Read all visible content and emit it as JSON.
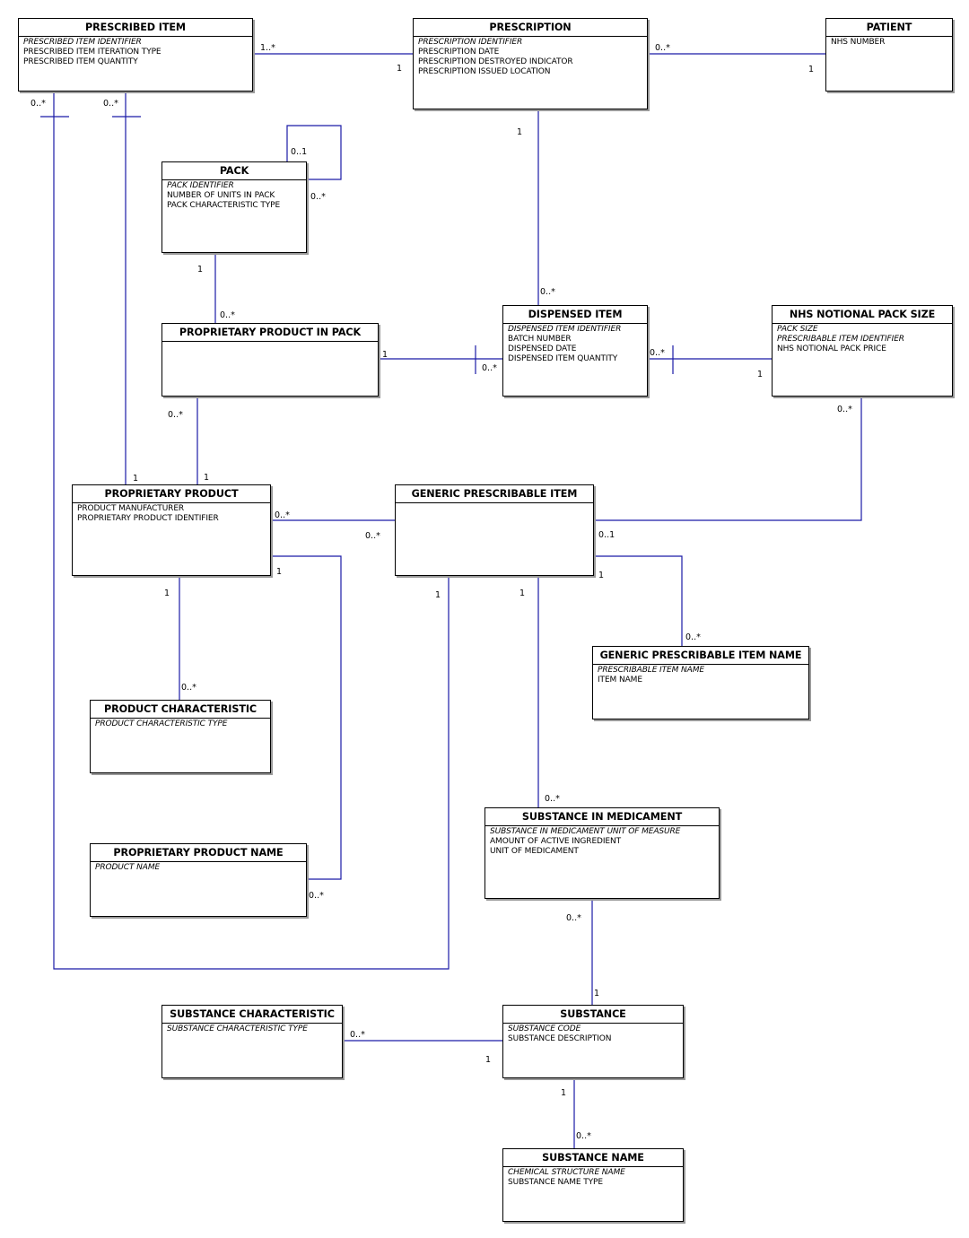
{
  "entities": {
    "prescribed_item": {
      "title": "PRESCRIBED ITEM",
      "attrs": [
        {
          "text": "PRESCRIBED ITEM IDENTIFIER",
          "key": true
        },
        {
          "text": "PRESCRIBED ITEM ITERATION TYPE",
          "key": false
        },
        {
          "text": "PRESCRIBED ITEM QUANTITY",
          "key": false
        }
      ]
    },
    "prescription": {
      "title": "PRESCRIPTION",
      "attrs": [
        {
          "text": "PRESCRIPTION IDENTIFIER",
          "key": true
        },
        {
          "text": "PRESCRIPTION DATE",
          "key": false
        },
        {
          "text": "PRESCRIPTION DESTROYED INDICATOR",
          "key": false
        },
        {
          "text": "PRESCRIPTION ISSUED LOCATION",
          "key": false
        }
      ]
    },
    "patient": {
      "title": "PATIENT",
      "attrs": [
        {
          "text": "NHS NUMBER",
          "key": false
        }
      ]
    },
    "pack": {
      "title": "PACK",
      "attrs": [
        {
          "text": "PACK IDENTIFIER",
          "key": true
        },
        {
          "text": "NUMBER OF UNITS IN PACK",
          "key": false
        },
        {
          "text": "PACK CHARACTERISTIC TYPE",
          "key": false
        }
      ]
    },
    "proprietary_product_in_pack": {
      "title": "PROPRIETARY PRODUCT IN PACK",
      "attrs": []
    },
    "dispensed_item": {
      "title": "DISPENSED ITEM",
      "attrs": [
        {
          "text": "DISPENSED ITEM IDENTIFIER",
          "key": true
        },
        {
          "text": "BATCH NUMBER",
          "key": false
        },
        {
          "text": "DISPENSED DATE",
          "key": false
        },
        {
          "text": "DISPENSED ITEM QUANTITY",
          "key": false
        }
      ]
    },
    "nhs_notional_pack_size": {
      "title": "NHS NOTIONAL PACK SIZE",
      "attrs": [
        {
          "text": "PACK SIZE",
          "key": true
        },
        {
          "text": "PRESCRIBABLE ITEM IDENTIFIER",
          "key": true
        },
        {
          "text": "NHS NOTIONAL PACK PRICE",
          "key": false
        }
      ]
    },
    "proprietary_product": {
      "title": "PROPRIETARY PRODUCT",
      "attrs": [
        {
          "text": "PRODUCT MANUFACTURER",
          "key": false
        },
        {
          "text": "PROPRIETARY PRODUCT IDENTIFIER",
          "key": false
        }
      ]
    },
    "generic_prescribable_item": {
      "title": "GENERIC PRESCRIBABLE ITEM",
      "attrs": []
    },
    "generic_prescribable_item_name": {
      "title": "GENERIC PRESCRIBABLE ITEM NAME",
      "attrs": [
        {
          "text": "PRESCRIBABLE ITEM NAME",
          "key": true
        },
        {
          "text": "ITEM NAME",
          "key": false
        }
      ]
    },
    "product_characteristic": {
      "title": "PRODUCT CHARACTERISTIC",
      "attrs": [
        {
          "text": "PRODUCT CHARACTERISTIC TYPE",
          "key": true
        }
      ]
    },
    "proprietary_product_name": {
      "title": "PROPRIETARY PRODUCT NAME",
      "attrs": [
        {
          "text": "PRODUCT NAME",
          "key": true
        }
      ]
    },
    "substance_in_medicament": {
      "title": "SUBSTANCE IN MEDICAMENT",
      "attrs": [
        {
          "text": "SUBSTANCE IN MEDICAMENT UNIT OF MEASURE",
          "key": true
        },
        {
          "text": "AMOUNT OF ACTIVE INGREDIENT",
          "key": false
        },
        {
          "text": "UNIT OF MEDICAMENT",
          "key": false
        }
      ]
    },
    "substance_characteristic": {
      "title": "SUBSTANCE CHARACTERISTIC",
      "attrs": [
        {
          "text": "SUBSTANCE CHARACTERISTIC TYPE",
          "key": true
        }
      ]
    },
    "substance": {
      "title": "SUBSTANCE",
      "attrs": [
        {
          "text": "SUBSTANCE CODE",
          "key": true
        },
        {
          "text": "SUBSTANCE DESCRIPTION",
          "key": false
        }
      ]
    },
    "substance_name": {
      "title": "SUBSTANCE NAME",
      "attrs": [
        {
          "text": "CHEMICAL STRUCTURE NAME",
          "key": true
        },
        {
          "text": "SUBSTANCE NAME TYPE",
          "key": false
        }
      ]
    }
  },
  "multiplicities": {
    "prescribed_item_to_prescription_near": "1..*",
    "prescribed_item_to_prescription_far": "1",
    "prescription_to_patient_near": "0..*",
    "prescription_to_patient_far": "1",
    "prescription_to_dispensed_near": "1",
    "prescription_to_dispensed_far": "0..*",
    "prescribed_item_left": "0..*",
    "prescribed_item_right": "0..*",
    "pack_self_top": "0..1",
    "pack_self_bottom": "0..*",
    "pack_to_pppack_near": "1",
    "pack_to_pppack_far": "0..*",
    "pppack_to_dispensed_near": "1",
    "pppack_to_dispensed_far": "0..*",
    "dispensed_to_nhs_near": "0..*",
    "dispensed_to_nhs_far": "1",
    "pppack_to_pp_near": "0..*",
    "pppack_to_pp_far": "1",
    "prescribed_to_pp_far": "1",
    "nhs_to_gpi_near": "0..*",
    "gpi_to_nhs": "0..1",
    "pp_to_gpi_near": "0..*",
    "pp_to_gpi_far": "0..*",
    "pp_to_ppname_near": "1",
    "gpi_to_gpiname_near": "1",
    "gpi_to_gpiname_far": "0..*",
    "pp_to_pc_near": "1",
    "pp_to_pc_far": "0..*",
    "gpi_to_prescribed_near": "1",
    "gpi_to_sim_near": "1",
    "gpi_to_sim_far": "0..*",
    "ppname_far": "0..*",
    "sim_to_substance_near": "0..*",
    "sim_to_substance_far": "1",
    "sc_to_substance_near": "0..*",
    "sc_to_substance_far": "1",
    "substance_to_sn_near": "1",
    "substance_to_sn_far": "0..*"
  }
}
